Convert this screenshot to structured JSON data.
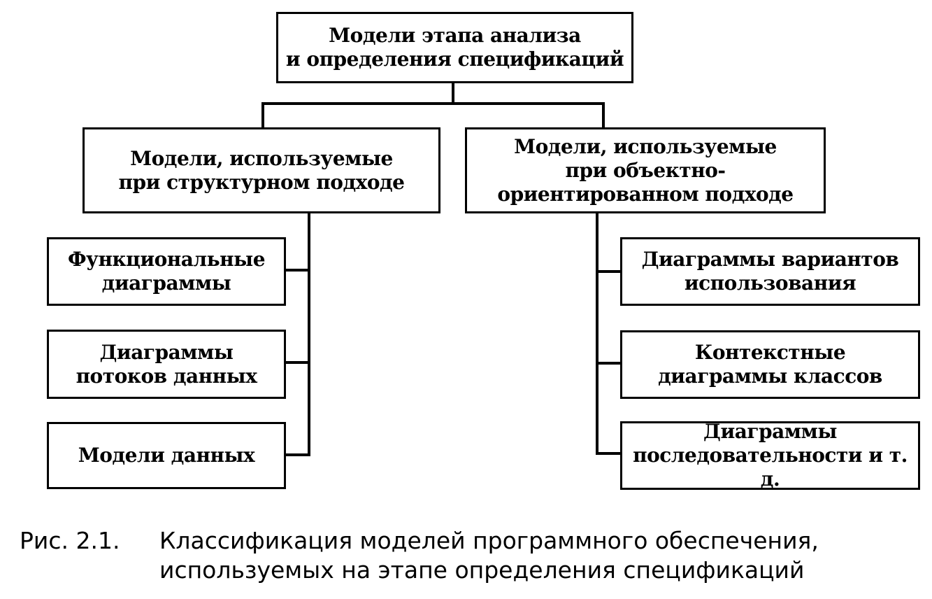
{
  "diagram": {
    "root": "Модели этапа анализа\nи определения спецификаций",
    "left_branch": {
      "title": "Модели, используемые\nпри структурном подходе",
      "items": [
        "Функциональные\nдиаграммы",
        "Диаграммы\nпотоков данных",
        "Модели данных"
      ]
    },
    "right_branch": {
      "title": "Модели, используемые\nпри объектно-\nориентированном подходе",
      "items": [
        "Диаграммы вариантов\nиспользования",
        "Контекстные\nдиаграммы классов",
        "Диаграммы\nпоследовательности и т. д."
      ]
    }
  },
  "caption": {
    "number": "Рис. 2.1.",
    "text": "Классификация моделей программного обеспечения,\nиспользуемых на этапе определения спецификаций"
  }
}
